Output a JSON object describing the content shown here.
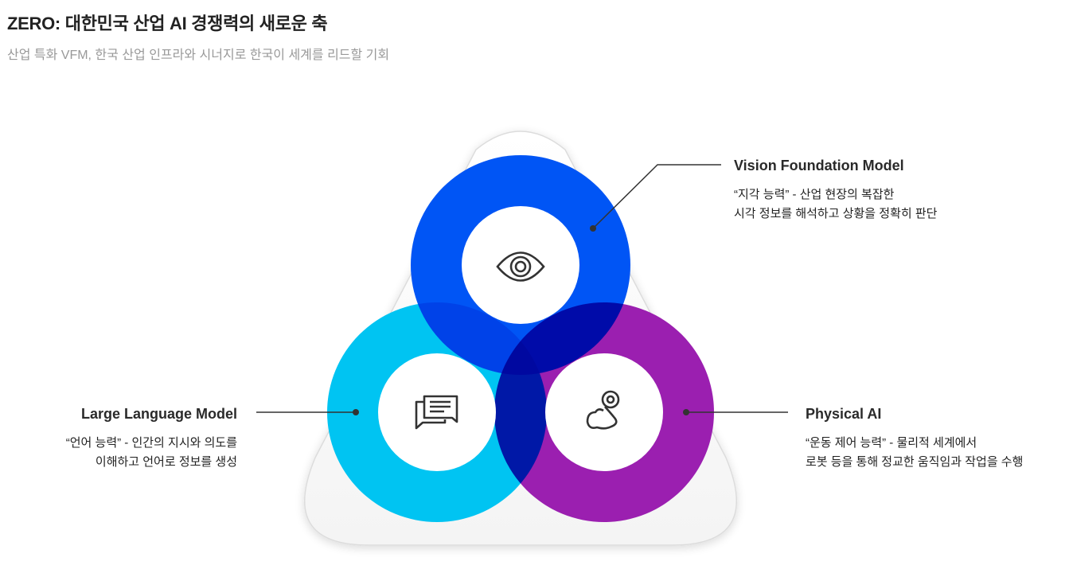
{
  "header": {
    "title": "ZERO: 대한민국 산업 AI 경쟁력의 새로운 축",
    "subtitle": "산업 특화 VFM, 한국 산업 인프라와 시너지로 한국이 세계를 리드할 기회"
  },
  "nodes": {
    "vfm": {
      "title": "Vision Foundation Model",
      "line1": "“지각 능력” - 산업 현장의 복잡한",
      "line2": "시각 정보를 해석하고 상황을 정확히 판단",
      "color": "#0050f0",
      "icon": "eye-icon"
    },
    "llm": {
      "title": "Large Language Model",
      "line1": "“언어 능력” - 인간의 지시와 의도를",
      "line2": "이해하고 언어로 정보를 생성",
      "color": "#00c4f2",
      "icon": "chat-icon"
    },
    "pai": {
      "title": "Physical AI",
      "line1": "“운동 제어 능력” - 물리적 세계에서",
      "line2": "로봇 등을 통해 정교한 움직임과 작업을 수행",
      "color": "#9b1fb0",
      "icon": "muscle-arm-icon"
    }
  }
}
